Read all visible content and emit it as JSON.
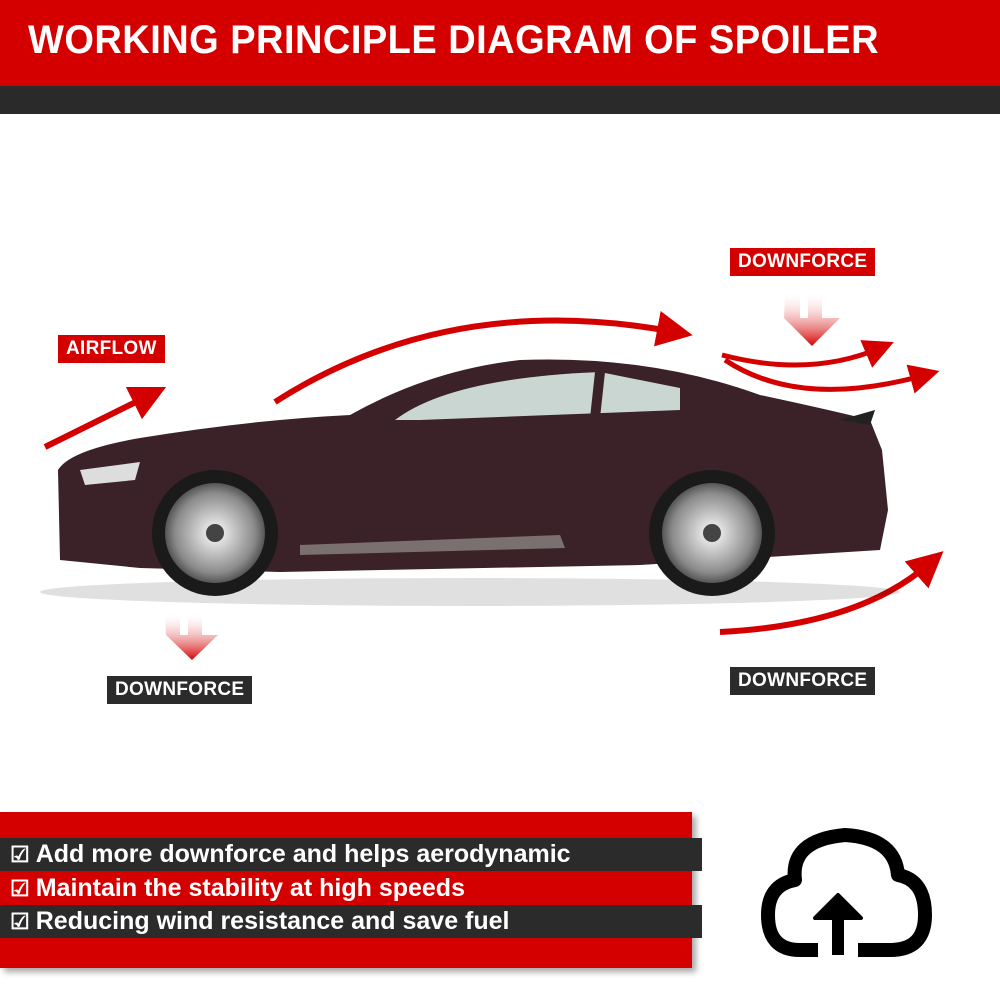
{
  "header": {
    "title": "WORKING PRINCIPLE DIAGRAM OF SPOILER"
  },
  "labels": {
    "airflow": "AIRFLOW",
    "downforce_top": "DOWNFORCE",
    "downforce_front": "DOWNFORCE",
    "downforce_rear": "DOWNFORCE"
  },
  "features": [
    {
      "text": "Add more downforce and helps aerodynamic",
      "icon": "checkbox-icon"
    },
    {
      "text": "Maintain the stability at high speeds",
      "icon": "checkbox-icon"
    },
    {
      "text": "Reducing wind resistance and save fuel",
      "icon": "checkbox-icon"
    }
  ],
  "colors": {
    "accent": "#d40000",
    "dark": "#2b2b2b",
    "car": "#3a2228"
  },
  "icons": {
    "cloud": "cloud-upload-icon",
    "check": "☑"
  }
}
